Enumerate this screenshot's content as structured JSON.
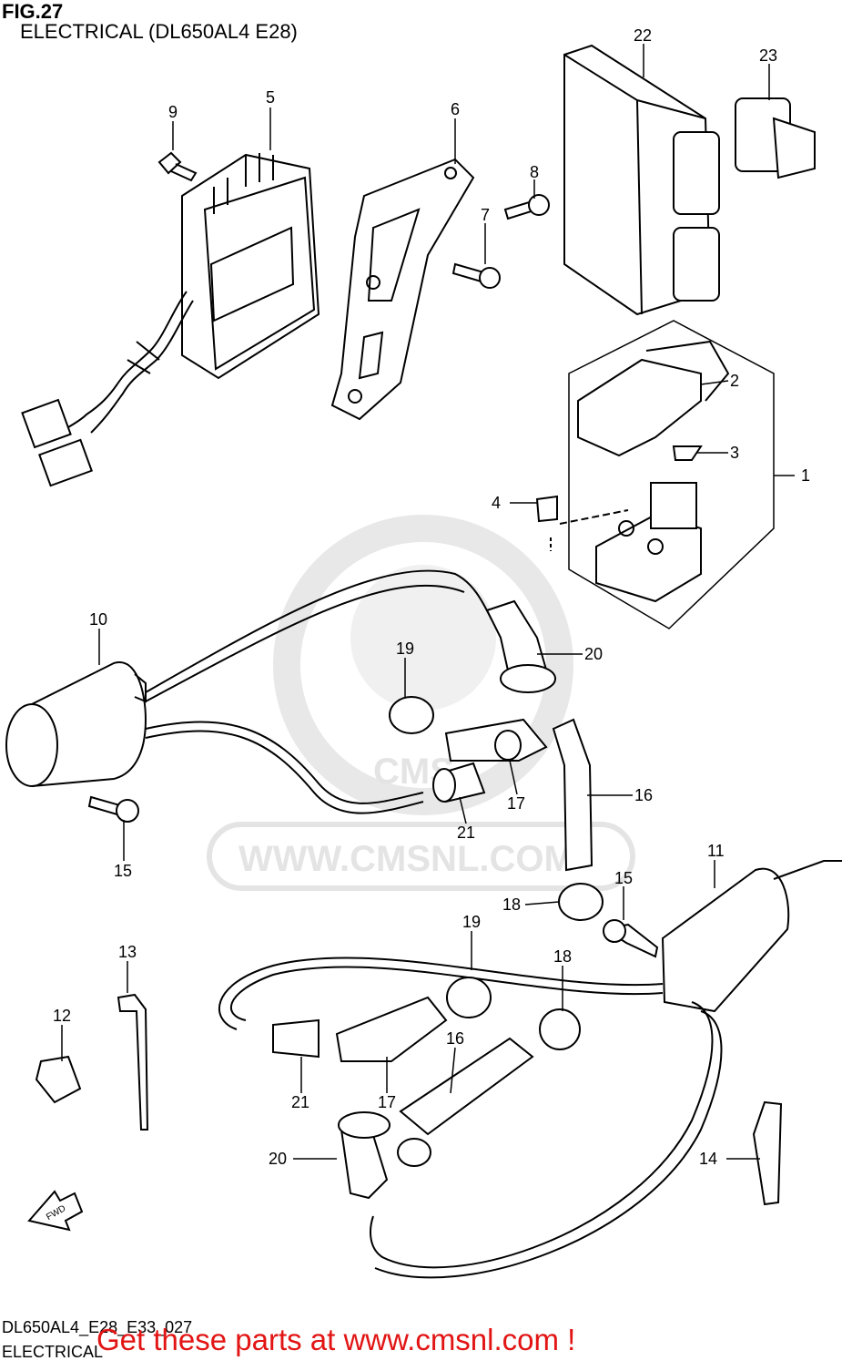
{
  "header": {
    "figure": "FIG.27",
    "title": "ELECTRICAL (DL650AL4 E28)"
  },
  "watermark": {
    "logo_text": "CMS",
    "url": "WWW.CMSNL.COM"
  },
  "fwd_arrow": "FWD",
  "callouts": [
    "1",
    "2",
    "3",
    "4",
    "5",
    "6",
    "7",
    "8",
    "9",
    "10",
    "11",
    "12",
    "13",
    "14",
    "15",
    "15",
    "16",
    "16",
    "17",
    "17",
    "18",
    "18",
    "19",
    "19",
    "20",
    "20",
    "21",
    "21",
    "22",
    "23"
  ],
  "footer": {
    "code": "DL650AL4_E28_E33_027",
    "section": "ELECTRICAL",
    "banner": "Get these parts at www.cmsnl.com !",
    "banner_color": "#e21414"
  }
}
